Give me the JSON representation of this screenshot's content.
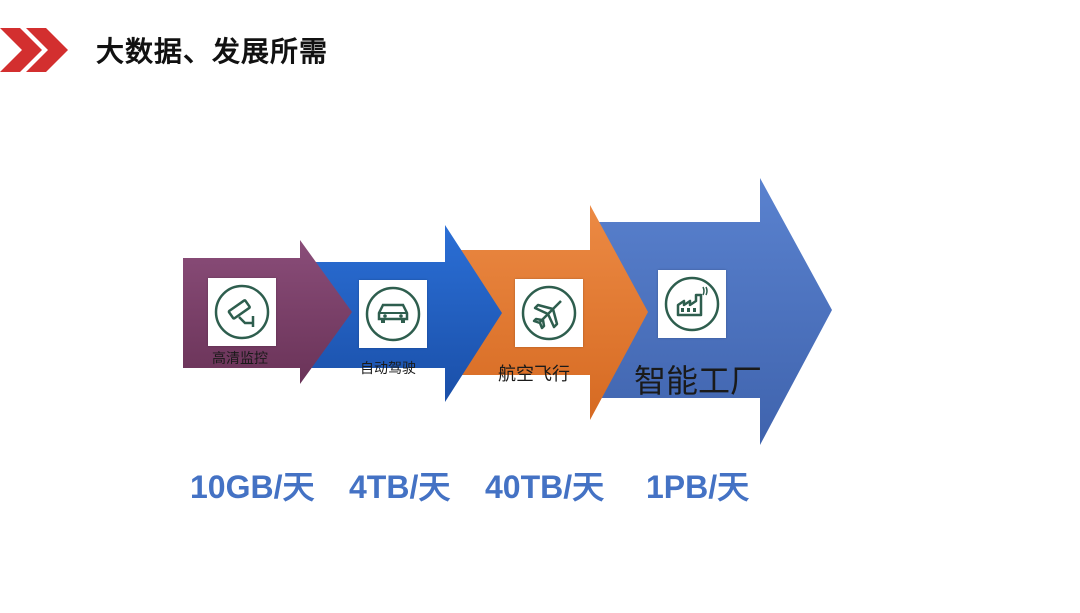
{
  "header": {
    "title": "大数据、发展所需"
  },
  "stages": [
    {
      "label": "高清监控",
      "icon": "surveillance-camera-icon",
      "rate": "10GB/天",
      "color": "#7a3f6a"
    },
    {
      "label": "自动驾驶",
      "icon": "car-icon",
      "rate": "4TB/天",
      "color": "#1f5fc4"
    },
    {
      "label": "航空飞行",
      "icon": "airplane-icon",
      "rate": "40TB/天",
      "color": "#e0762f"
    },
    {
      "label": "智能工厂",
      "icon": "factory-icon",
      "rate": "1PB/天",
      "color": "#4a70c0"
    }
  ],
  "colors": {
    "accent_red": "#d32f2f",
    "rate_text": "#4472c4"
  }
}
